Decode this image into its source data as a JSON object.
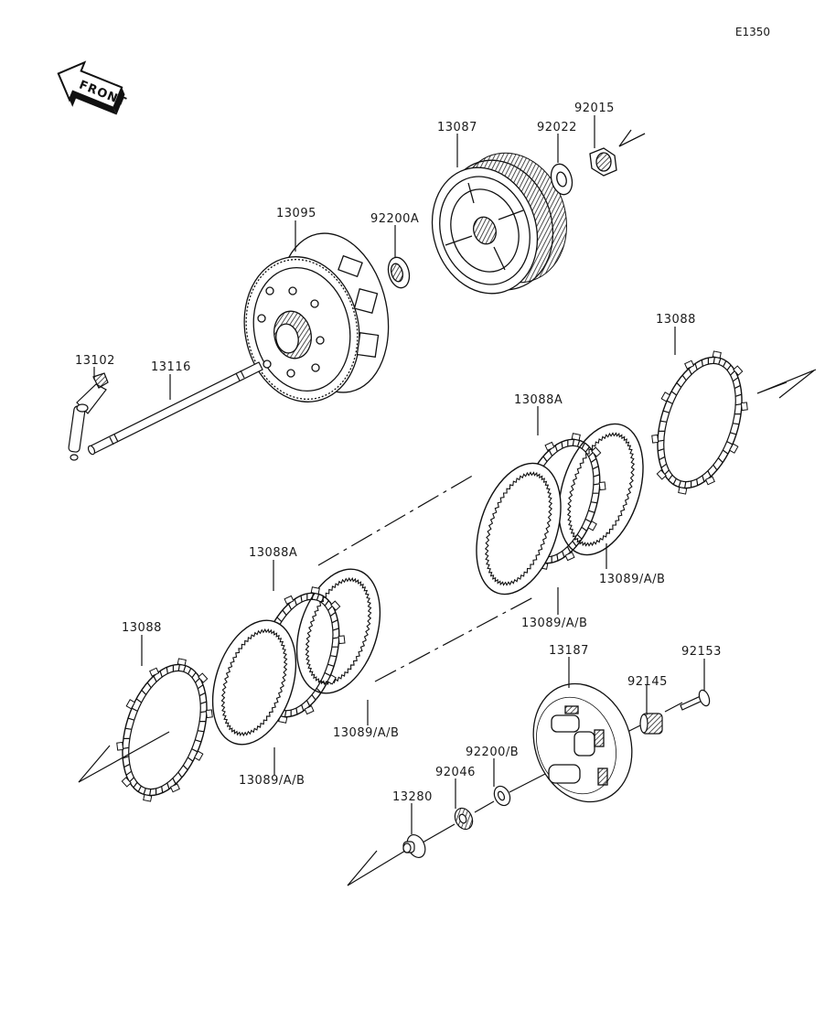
{
  "diagram": {
    "code": "E1350",
    "front_indicator": {
      "text": "FRONT",
      "icon": "front-arrow-icon"
    },
    "parts": [
      {
        "id": "p-13087",
        "number": "13087",
        "name": "clutch-housing-gear"
      },
      {
        "id": "p-92022",
        "number": "92022",
        "name": "washer"
      },
      {
        "id": "p-92015",
        "number": "92015",
        "name": "nut"
      },
      {
        "id": "p-13095",
        "number": "13095",
        "name": "clutch-hub"
      },
      {
        "id": "p-92200A",
        "number": "92200A",
        "name": "spring-washer"
      },
      {
        "id": "p-13102",
        "number": "13102",
        "name": "push-lever"
      },
      {
        "id": "p-13116",
        "number": "13116",
        "name": "push-rod"
      },
      {
        "id": "p-13088-top",
        "number": "13088",
        "name": "friction-plate"
      },
      {
        "id": "p-13088A-top",
        "number": "13088A",
        "name": "friction-plate"
      },
      {
        "id": "p-13089-r1",
        "number": "13089/A/B",
        "name": "steel-plate"
      },
      {
        "id": "p-13089-r2",
        "number": "13089/A/B",
        "name": "steel-plate"
      },
      {
        "id": "p-13088A-bottom",
        "number": "13088A",
        "name": "friction-plate"
      },
      {
        "id": "p-13088-bottom",
        "number": "13088",
        "name": "friction-plate"
      },
      {
        "id": "p-13089-l1",
        "number": "13089/A/B",
        "name": "steel-plate"
      },
      {
        "id": "p-13089-l2",
        "number": "13089/A/B",
        "name": "steel-plate"
      },
      {
        "id": "p-13187",
        "number": "13187",
        "name": "pressure-plate"
      },
      {
        "id": "p-92153",
        "number": "92153",
        "name": "bolt"
      },
      {
        "id": "p-92145",
        "number": "92145",
        "name": "spring"
      },
      {
        "id": "p-92200B",
        "number": "92200/B",
        "name": "washer"
      },
      {
        "id": "p-92046",
        "number": "92046",
        "name": "bearing"
      },
      {
        "id": "p-13280",
        "number": "13280",
        "name": "pusher"
      }
    ]
  }
}
